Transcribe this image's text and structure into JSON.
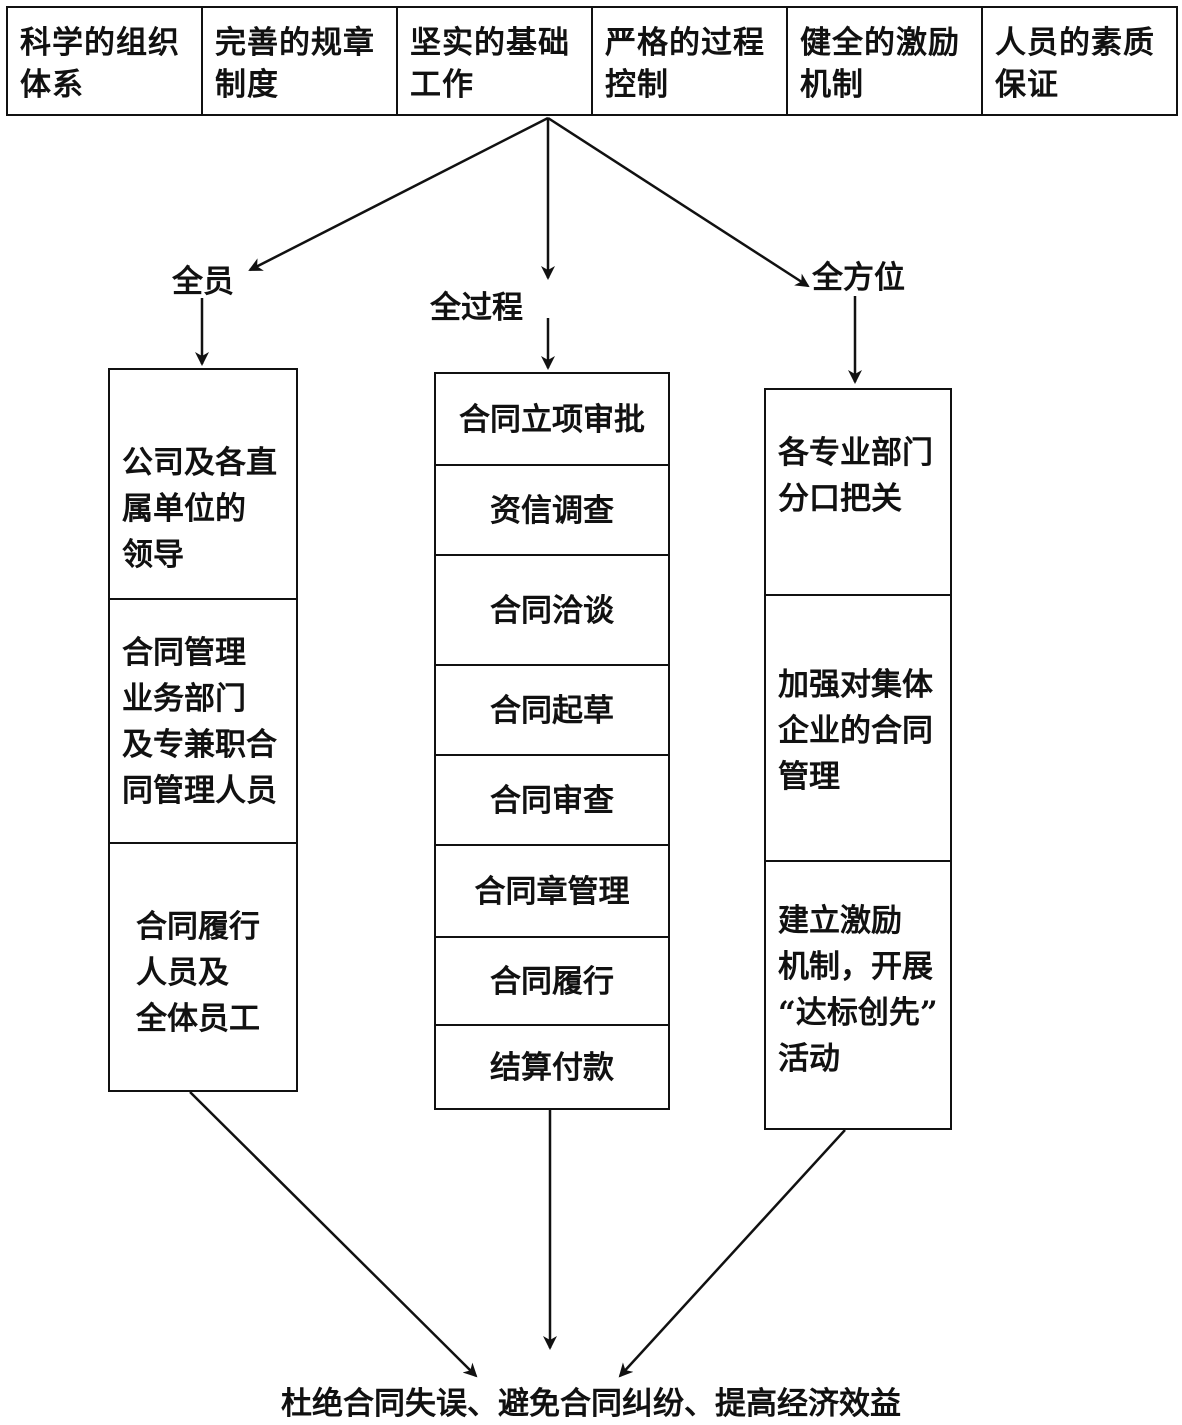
{
  "top_factors": [
    {
      "line1": "科学的组织",
      "line2": "体系"
    },
    {
      "line1": "完善的规章",
      "line2": "制度"
    },
    {
      "line1": "坚实的基础",
      "line2": "工作"
    },
    {
      "line1": "严格的过程",
      "line2": "控制"
    },
    {
      "line1": "健全的激励",
      "line2": "机制"
    },
    {
      "line1": "人员的素质",
      "line2": "保证"
    }
  ],
  "branches": {
    "left": "全员",
    "middle": "全过程",
    "right": "全方位"
  },
  "left_column": [
    {
      "lines": [
        "公司及各直",
        "属单位的",
        "领导"
      ]
    },
    {
      "lines": [
        "合同管理",
        "业务部门",
        "及专兼职合",
        "同管理人员"
      ]
    },
    {
      "lines": [
        "合同履行",
        "人员及",
        "全体员工"
      ]
    }
  ],
  "middle_column": [
    "合同立项审批",
    "资信调查",
    "合同洽谈",
    "合同起草",
    "合同审查",
    "合同章管理",
    "合同履行",
    "结算付款"
  ],
  "right_column": [
    {
      "lines": [
        "各专业部门",
        "分口把关"
      ]
    },
    {
      "lines": [
        "加强对集体",
        "企业的合同",
        "管理"
      ]
    },
    {
      "lines": [
        "建立激励",
        "机制，开展",
        "“达标创先”",
        "活动"
      ]
    }
  ],
  "goal": "杜绝合同失误、避免合同纠纷、提高经济效益"
}
